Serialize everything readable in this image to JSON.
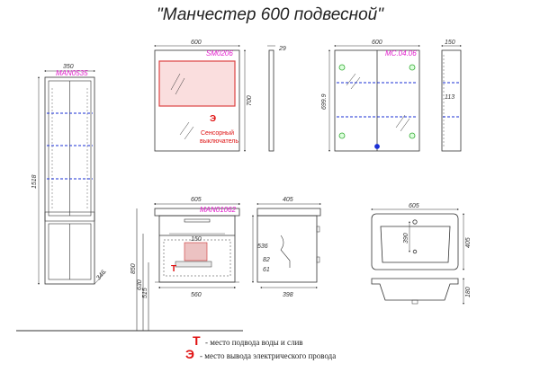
{
  "title": "\"Манчестер 600 подвесной\"",
  "codes": {
    "column": "MAN0535",
    "mirror": "SM0206",
    "cabinet": "MC.04.06",
    "vanity": "MAN01062"
  },
  "dims": {
    "col_width": "350",
    "col_height": "1518",
    "col_depth": "346",
    "mirror_width": "600",
    "mirror_height": "700",
    "mirror_depth": "29",
    "cab_width": "600",
    "cab_height": "699.9",
    "cab_depth": "150",
    "cab_shelf": "113",
    "van_width": "605",
    "van_inner": "560",
    "van_h850": "850",
    "van_h630": "630",
    "van_h515": "515",
    "van_tap": "150",
    "van_depth": "405",
    "van_h536": "536",
    "van_82": "82",
    "van_61": "61",
    "van_398": "398",
    "sink_w": "605",
    "sink_d": "405",
    "sink_390": "390",
    "sink_h": "180"
  },
  "sensor_note": [
    "Сенсорный",
    "выключатель"
  ],
  "legend": {
    "t_symbol": "Т",
    "t_text": "- место подвода воды и слив",
    "e_symbol": "Э",
    "e_text": "- место вывода электрического провода"
  },
  "colors": {
    "line": "#333333",
    "accent_red": "#e01010",
    "code_magenta": "#e21ccc",
    "shelf_blue": "#1a2fd6"
  }
}
